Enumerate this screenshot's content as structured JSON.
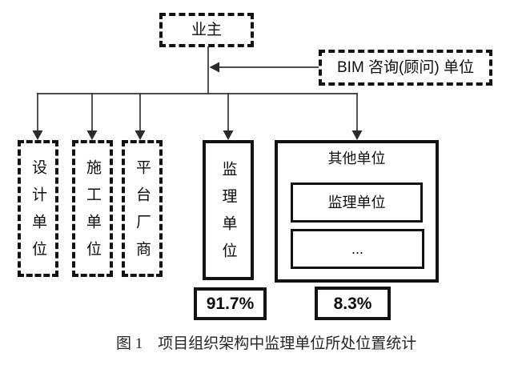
{
  "canvas": {
    "background": "#ffffff",
    "box_border_color": "#121212",
    "line_color": "#333333"
  },
  "nodes": {
    "owner": {
      "label": "业主"
    },
    "bim_consultant": {
      "label": "BIM 咨询(顾问) 单位"
    },
    "design_unit": {
      "label": "设计单位"
    },
    "construction_unit": {
      "label": "施工单位"
    },
    "platform_vendor": {
      "label": "平台厂商"
    },
    "supervision_unit": {
      "label": "监理单位"
    },
    "other_units": {
      "label": "其他单位",
      "children": {
        "supervision": "监理单位",
        "ellipsis": "..."
      }
    }
  },
  "stats": {
    "supervision_position_pct": "91.7%",
    "others_position_pct": "8.3%"
  },
  "caption": "图 1　项目组织架构中监理单位所处位置统计"
}
